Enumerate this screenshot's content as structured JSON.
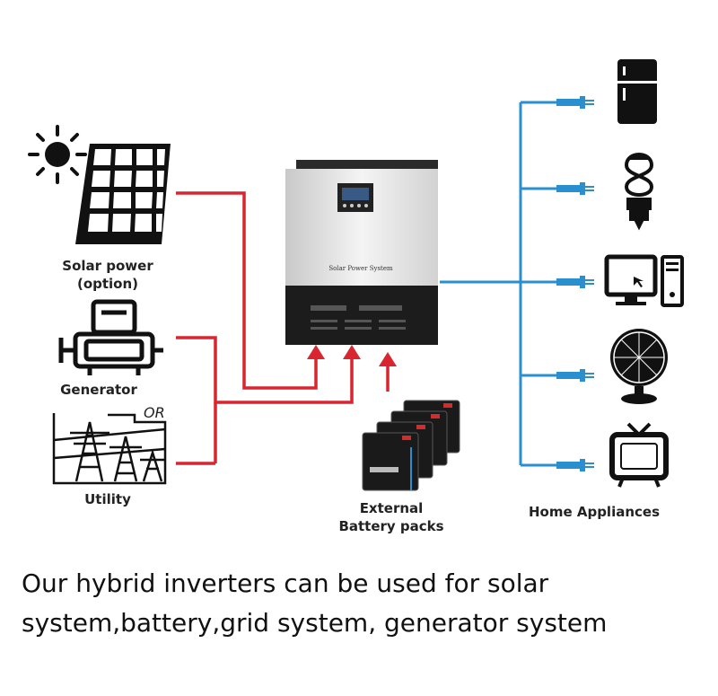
{
  "labels": {
    "solar": [
      "Solar power",
      "(option)"
    ],
    "generator": "Generator",
    "or": "OR",
    "utility": "Utility",
    "battery": [
      "External",
      "Battery packs"
    ],
    "appliances": "Home Appliances",
    "inverter_text": "Solar Power System"
  },
  "caption": [
    "Our hybrid inverters can be used  for solar",
    "system,battery,grid system, generator system"
  ],
  "colors": {
    "input_line": "#d9252f",
    "output_line": "#2a8fce",
    "icon": "#111111"
  },
  "icons": [
    "sun-icon",
    "solar-panel-icon",
    "generator-icon",
    "power-tower-icon",
    "battery-icon",
    "refrigerator-icon",
    "light-bulb-icon",
    "computer-icon",
    "fan-icon",
    "television-icon"
  ]
}
